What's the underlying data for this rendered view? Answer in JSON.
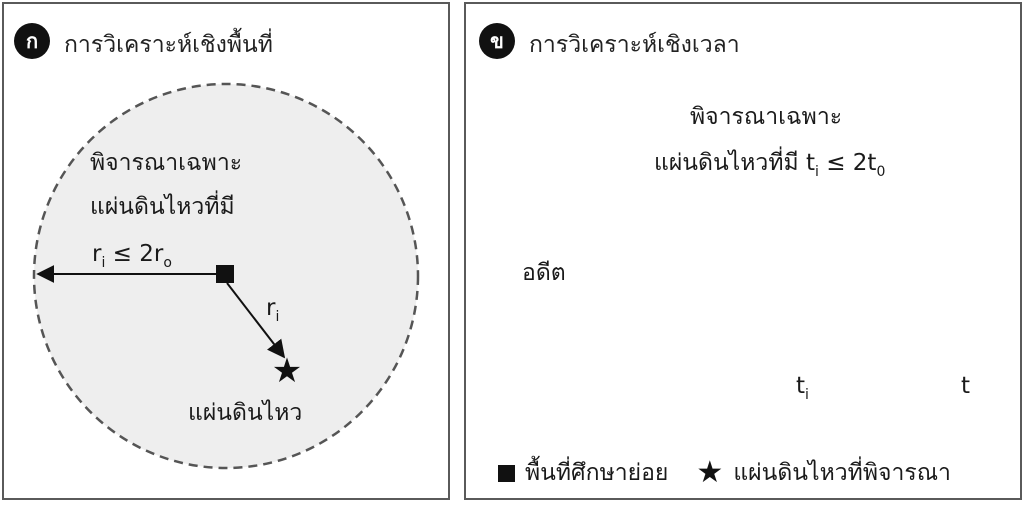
{
  "panel_a": {
    "badge": "ก",
    "title": "การวิเคราะห์เชิงพื้นที่",
    "consider_line1": "พิจารณาเฉพาะ",
    "consider_line2": "แผ่นดินไหวที่มี",
    "radius_cond": {
      "var": "r",
      "sub_i": "i",
      "op": " ≤ 2",
      "var2": "r",
      "sub_o": "o"
    },
    "ri_label": {
      "var": "r",
      "sub": "i"
    },
    "quake_label": "แผ่นดินไหว"
  },
  "panel_b": {
    "badge": "ข",
    "title": "การวิเคราะห์เชิงเวลา",
    "consider_line1": "พิจารณาเฉพาะ",
    "consider_line2_prefix": "แผ่นดินไหวที่มี ",
    "time_cond": {
      "var": "t",
      "sub_i": "i",
      "op": " ≤ 2t",
      "sub_o": "0"
    },
    "past_label": "อดีต",
    "ti_label": {
      "var": "t",
      "sub": "i"
    },
    "t_label": "t"
  },
  "legend": {
    "square_label": "พื้นที่ศึกษาย่อย",
    "star_label": "แผ่นดินไหวที่พิจารณา",
    "star_glyph": "★"
  },
  "colors": {
    "shade": "#eeeeee",
    "dash": "#555555",
    "ink": "#111111"
  }
}
